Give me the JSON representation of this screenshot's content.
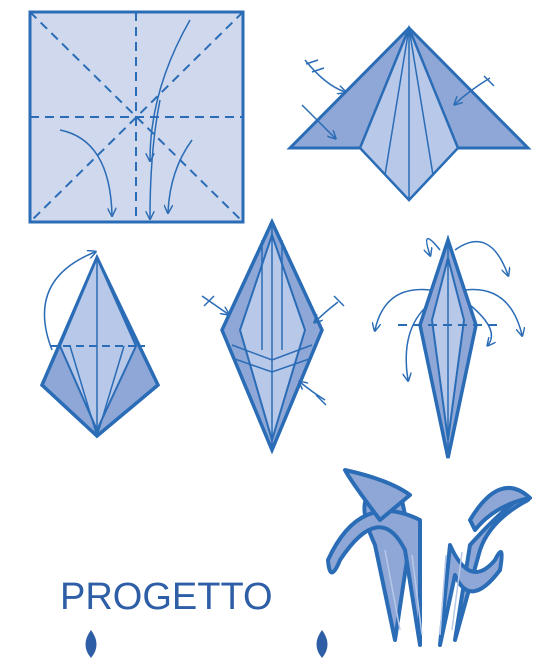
{
  "caption": "PROGETTO",
  "colors": {
    "line": "#2a6cb6",
    "fill": "#8ea7d6",
    "fill_light": "#b8c8e8",
    "paper": "#cfd8ec",
    "text": "#2e5ea6"
  },
  "steps": [
    {
      "id": "step-1",
      "kind": "square-crease"
    },
    {
      "id": "step-2",
      "kind": "triangle-fold"
    },
    {
      "id": "step-3",
      "kind": "kite-fold"
    },
    {
      "id": "step-4",
      "kind": "petal-fold"
    },
    {
      "id": "step-5",
      "kind": "open-petals"
    },
    {
      "id": "step-6",
      "kind": "finished-lily"
    }
  ]
}
